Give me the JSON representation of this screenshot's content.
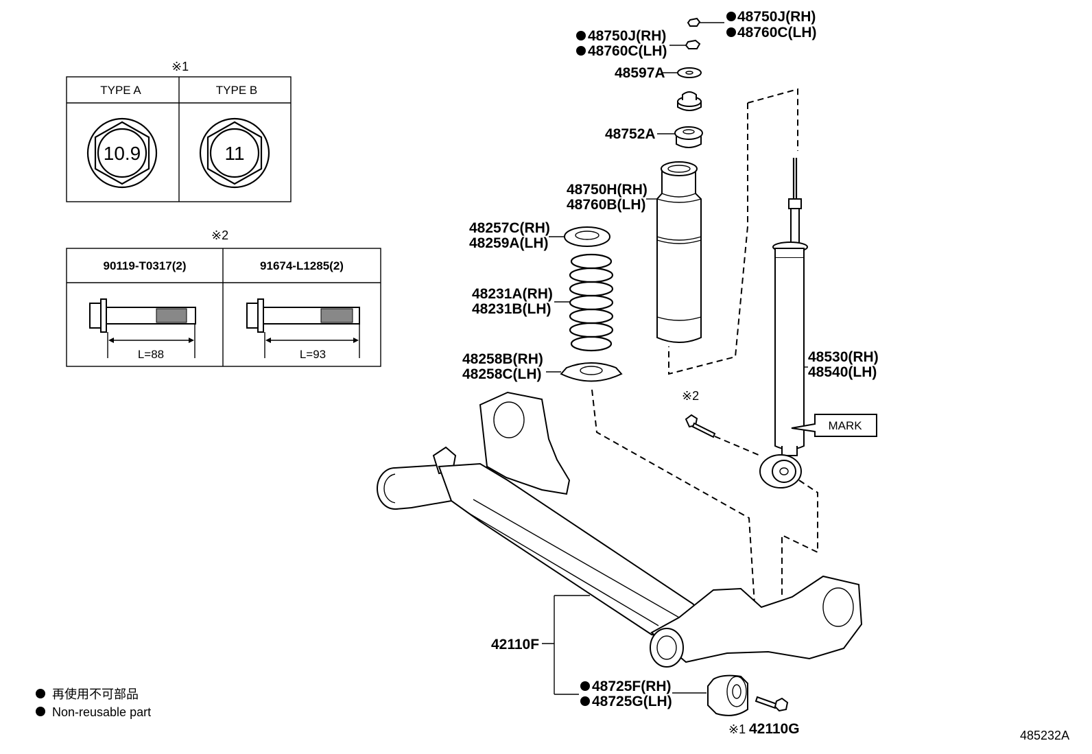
{
  "figure_id": "485232A",
  "note1_symbol": "※1",
  "note2_symbol": "※2",
  "table1": {
    "type_a": "TYPE A",
    "type_b": "TYPE B",
    "mark_a": "10.9",
    "mark_b": "11"
  },
  "table2": {
    "bolt1": "90119-T0317(2)",
    "bolt2": "91674-L1285(2)",
    "len1": "L=88",
    "len2": "L=93"
  },
  "legend": {
    "jp": "再使用不可部品",
    "en": "Non-reusable part"
  },
  "labels": {
    "nut_top_rh": "48750J(RH)",
    "nut_top_lh": "48760C(LH)",
    "nut2_rh": "48750J(RH)",
    "nut2_lh": "48760C(LH)",
    "washer": "48597A",
    "cushion": "48752A",
    "boot_rh": "48750H(RH)",
    "boot_lh": "48760B(LH)",
    "upper_seat_rh": "48257C(RH)",
    "upper_seat_lh": "48259A(LH)",
    "spring_rh": "48231A(RH)",
    "spring_lh": "48231B(LH)",
    "lower_seat_rh": "48258B(RH)",
    "lower_seat_lh": "48258C(LH)",
    "shock_rh": "48530(RH)",
    "shock_lh": "48540(LH)",
    "mark": "MARK",
    "beam": "42110F",
    "bush_rh": "48725F(RH)",
    "bush_lh": "48725G(LH)",
    "bolt_label": "42110G"
  }
}
